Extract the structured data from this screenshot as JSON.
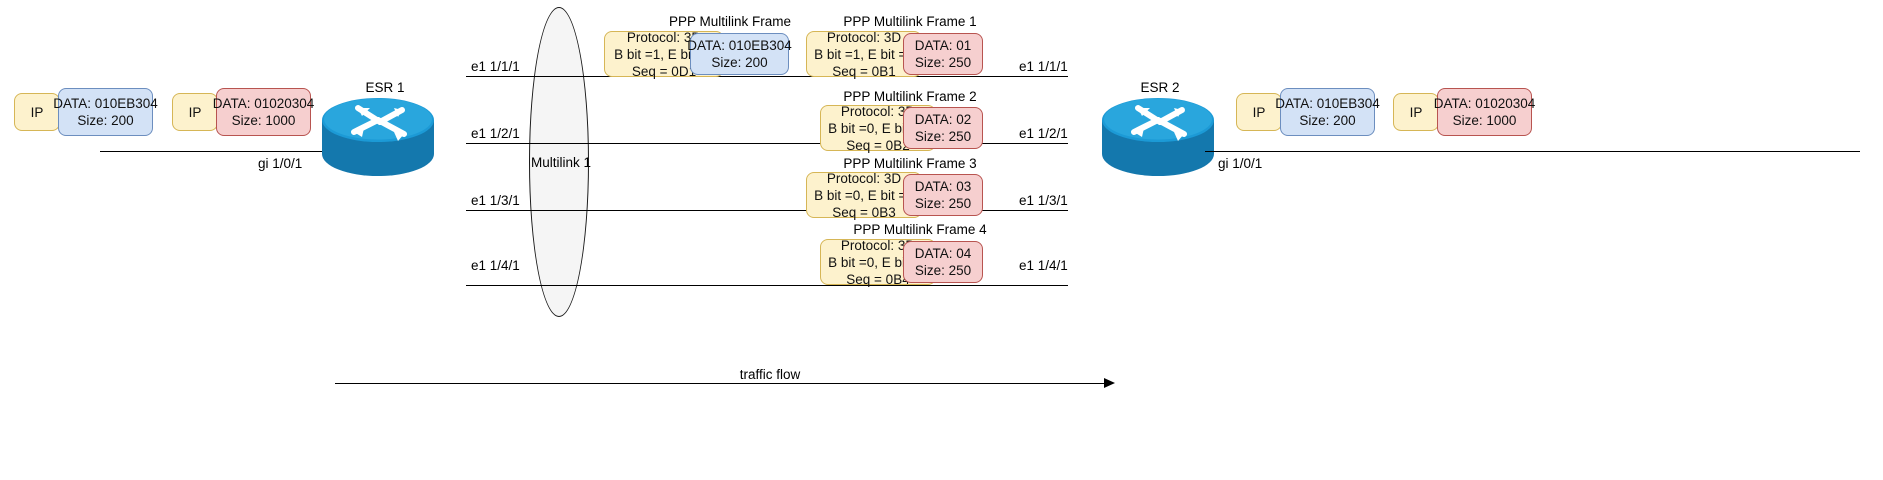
{
  "diagram": {
    "title_left_router": "ESR 1",
    "title_right_router": "ESR 2",
    "left_interface": "gi 1/0/1",
    "right_interface": "gi 1/0/1",
    "multilink_label": "Multilink 1",
    "traffic_flow_label": "traffic flow"
  },
  "left_packets": [
    {
      "ip_label": "IP",
      "data_line1": "DATA: 010EB304",
      "data_line2": "Size: 200",
      "color": "blue"
    },
    {
      "ip_label": "IP",
      "data_line1": "DATA: 01020304",
      "data_line2": "Size: 1000",
      "color": "red"
    }
  ],
  "right_packets": [
    {
      "ip_label": "IP",
      "data_line1": "DATA: 010EB304",
      "data_line2": "Size: 200",
      "color": "blue"
    },
    {
      "ip_label": "IP",
      "data_line1": "DATA: 01020304",
      "data_line2": "Size: 1000",
      "color": "red"
    }
  ],
  "links": [
    {
      "left_port": "e1 1/1/1",
      "right_port": "e1 1/1/1"
    },
    {
      "left_port": "e1 1/2/1",
      "right_port": "e1 1/2/1"
    },
    {
      "left_port": "e1 1/3/1",
      "right_port": "e1 1/3/1"
    },
    {
      "left_port": "e1 1/4/1",
      "right_port": "e1 1/4/1"
    }
  ],
  "frames": [
    {
      "title": "PPP Multilink Frame",
      "header_line1": "Protocol: 3D",
      "header_line2": "B bit =1, E bit =1",
      "header_line3": "Seq = 0D1",
      "data_line1": "DATA: 010EB304",
      "data_line2": "Size: 200",
      "data_color": "blue"
    },
    {
      "title": "PPP Multilink Frame 1",
      "header_line1": "Protocol: 3D",
      "header_line2": "B bit =1, E bit =0",
      "header_line3": "Seq = 0B1",
      "data_line1": "DATA: 01",
      "data_line2": "Size: 250",
      "data_color": "red"
    },
    {
      "title": "PPP Multilink Frame 2",
      "header_line1": "Protocol: 3D",
      "header_line2": "B bit =0, E bit =0",
      "header_line3": "Seq = 0B2",
      "data_line1": "DATA: 02",
      "data_line2": "Size: 250",
      "data_color": "red"
    },
    {
      "title": "PPP Multilink Frame 3",
      "header_line1": "Protocol: 3D",
      "header_line2": "B bit =0, E bit =0",
      "header_line3": "Seq = 0B3",
      "data_line1": "DATA: 03",
      "data_line2": "Size: 250",
      "data_color": "red"
    },
    {
      "title": "PPP Multilink Frame 4",
      "header_line1": "Protocol: 3D",
      "header_line2": "B bit =0, E bit =1",
      "header_line3": "Seq = 0B4",
      "data_line1": "DATA: 04",
      "data_line2": "Size: 250",
      "data_color": "red"
    }
  ],
  "colors": {
    "router_body": "#1c9ad6",
    "router_top": "#3bb3e8",
    "router_bottom": "#1478ad",
    "yellow_fill": "#fdf2cd",
    "yellow_stroke": "#d6b656",
    "blue_fill": "#d3e2f6",
    "blue_stroke": "#6c8ebf",
    "red_fill": "#f6cfcf",
    "red_stroke": "#b85450",
    "ellipse_fill": "#f5f5f5",
    "line": "#000000"
  }
}
